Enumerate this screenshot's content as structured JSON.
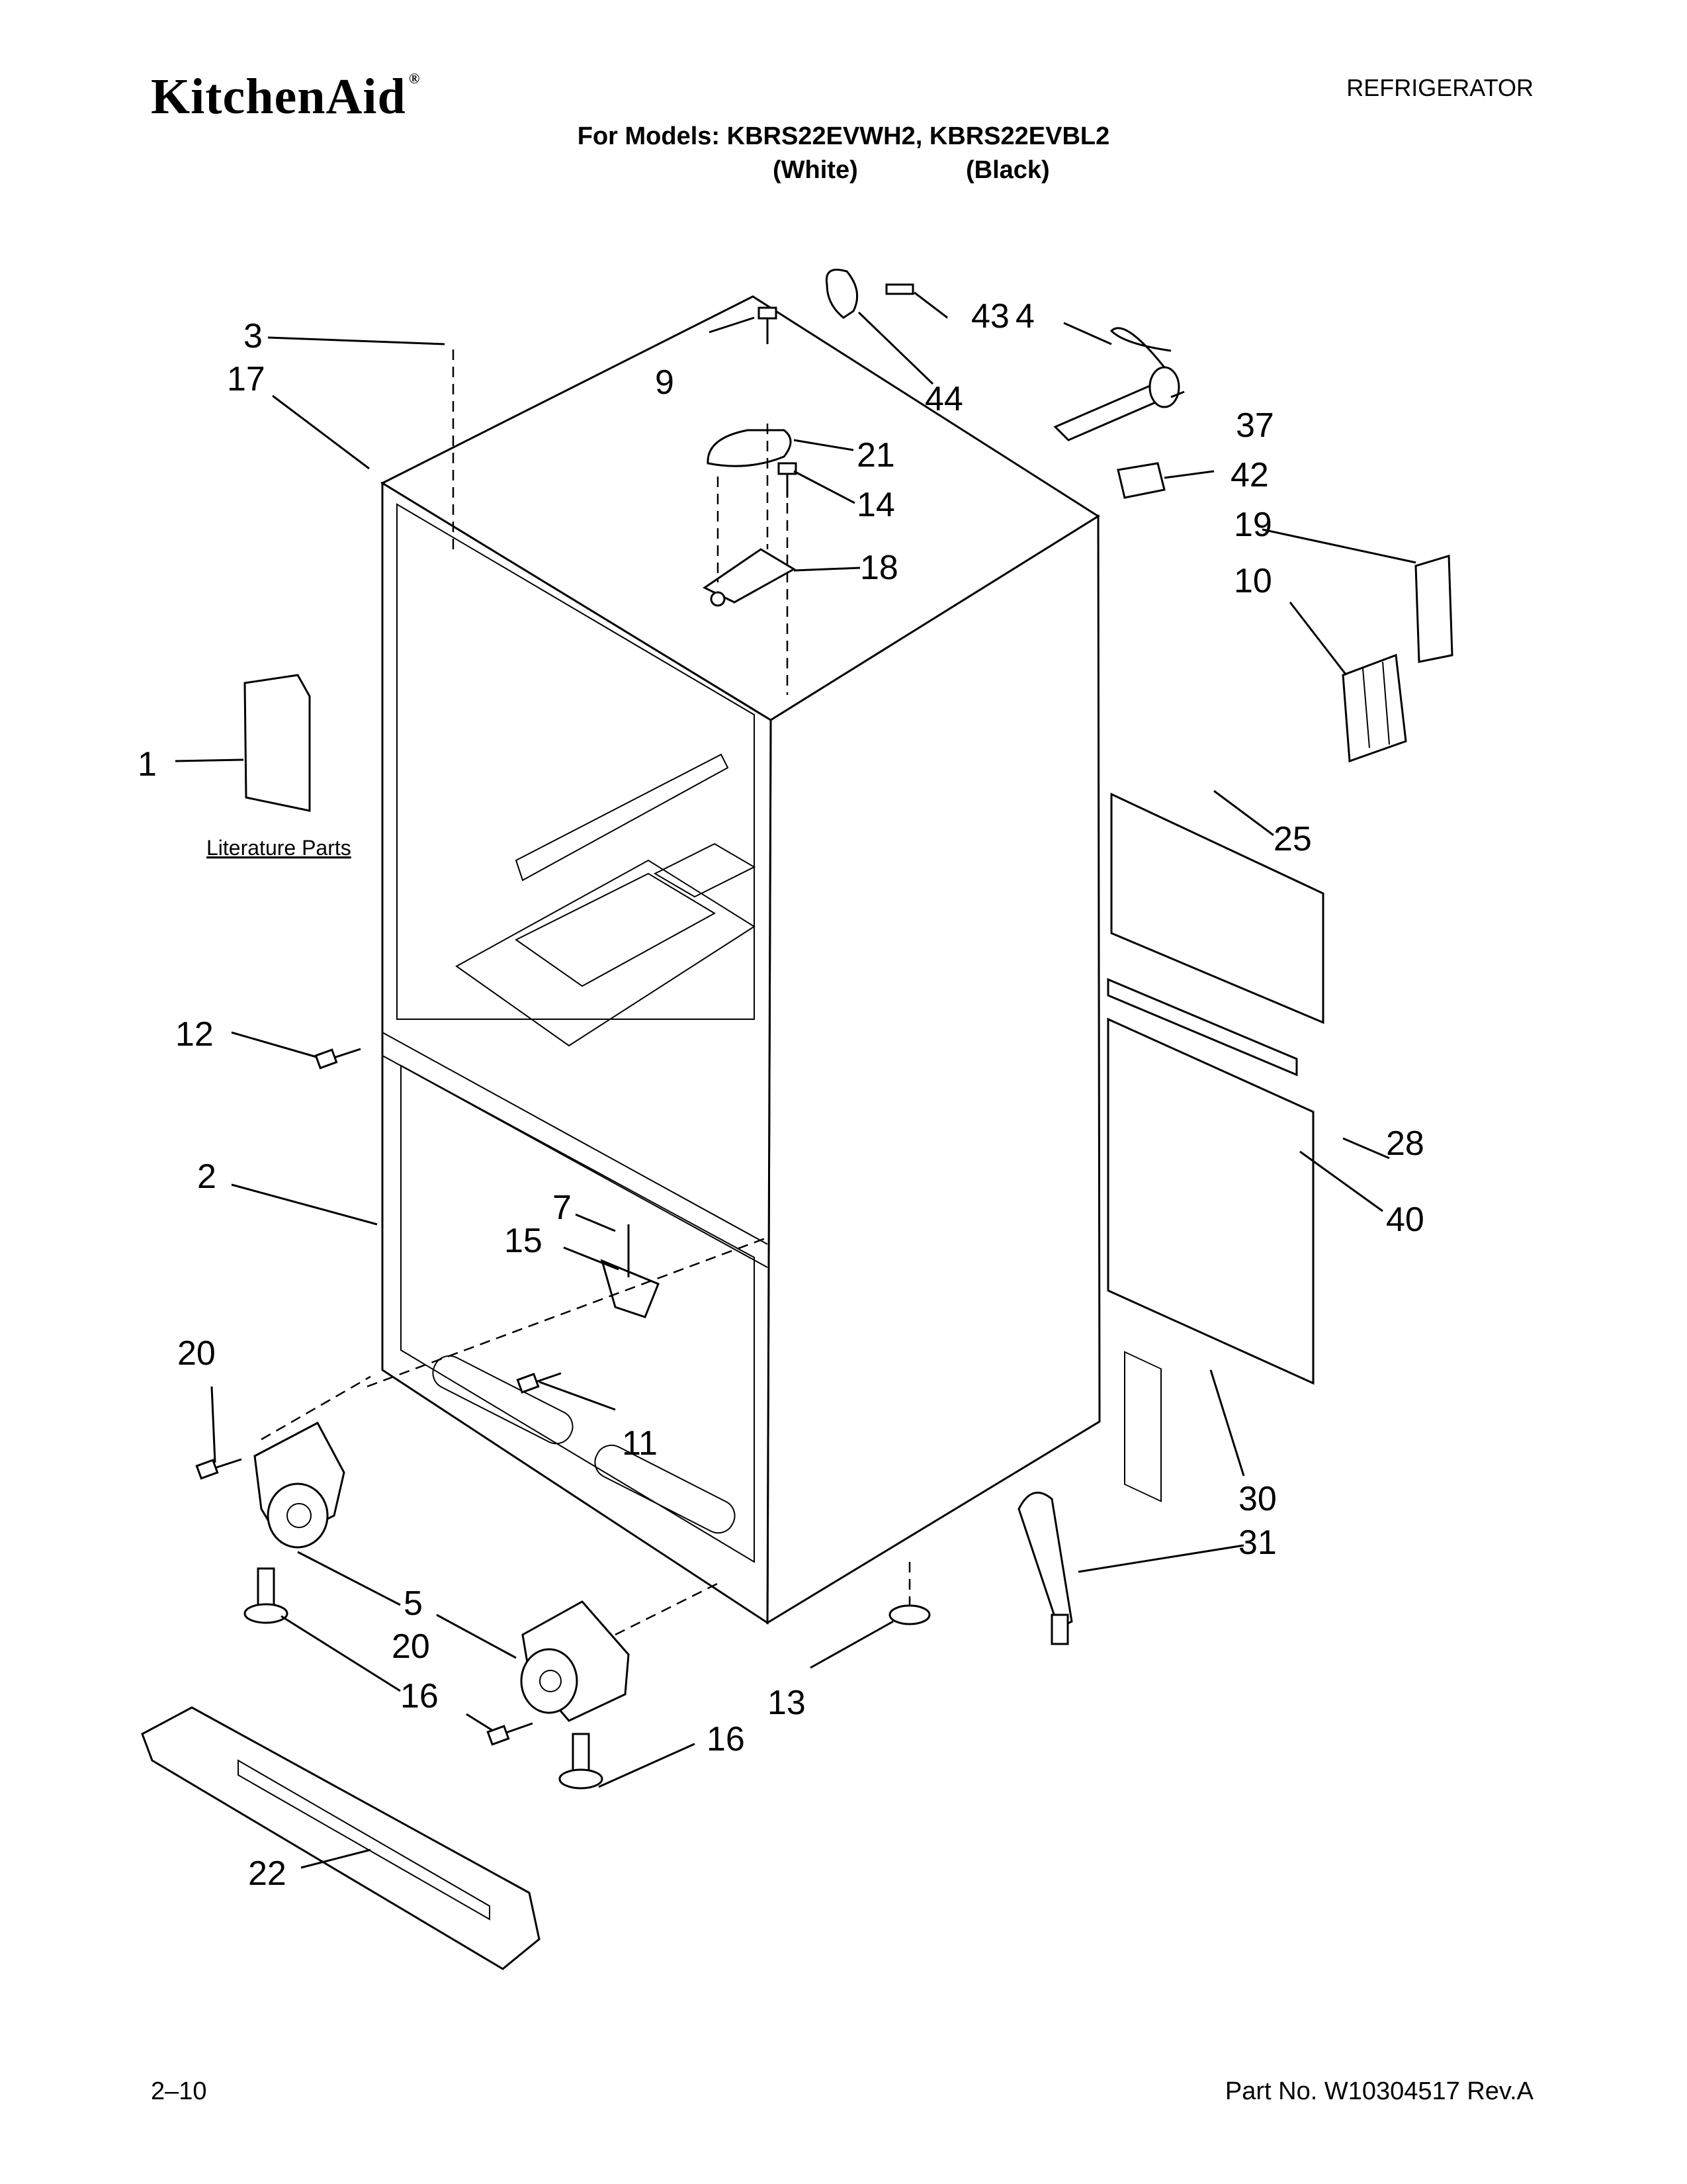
{
  "header": {
    "brand": "KitchenAid",
    "brand_mark": "®",
    "doc_type": "REFRIGERATOR",
    "models_line": "For Models: KBRS22EVWH2, KBRS22EVBL2",
    "variant_white": "(White)",
    "variant_black": "(Black)"
  },
  "diagram": {
    "literature_label": "Literature Parts",
    "callouts": {
      "c1": "1",
      "c2": "2",
      "c3": "3",
      "c4": "4",
      "c5": "5",
      "c7": "7",
      "c9": "9",
      "c10": "10",
      "c11": "11",
      "c12": "12",
      "c13": "13",
      "c14": "14",
      "c15": "15",
      "c16a": "16",
      "c16b": "16",
      "c17": "17",
      "c18": "18",
      "c19": "19",
      "c20a": "20",
      "c20b": "20",
      "c21": "21",
      "c22": "22",
      "c25": "25",
      "c28": "28",
      "c30": "30",
      "c31": "31",
      "c37": "37",
      "c40": "40",
      "c42": "42",
      "c43": "43",
      "c44": "44"
    }
  },
  "footer": {
    "page": "2–10",
    "part_no": "Part No. W10304517 Rev.A"
  }
}
